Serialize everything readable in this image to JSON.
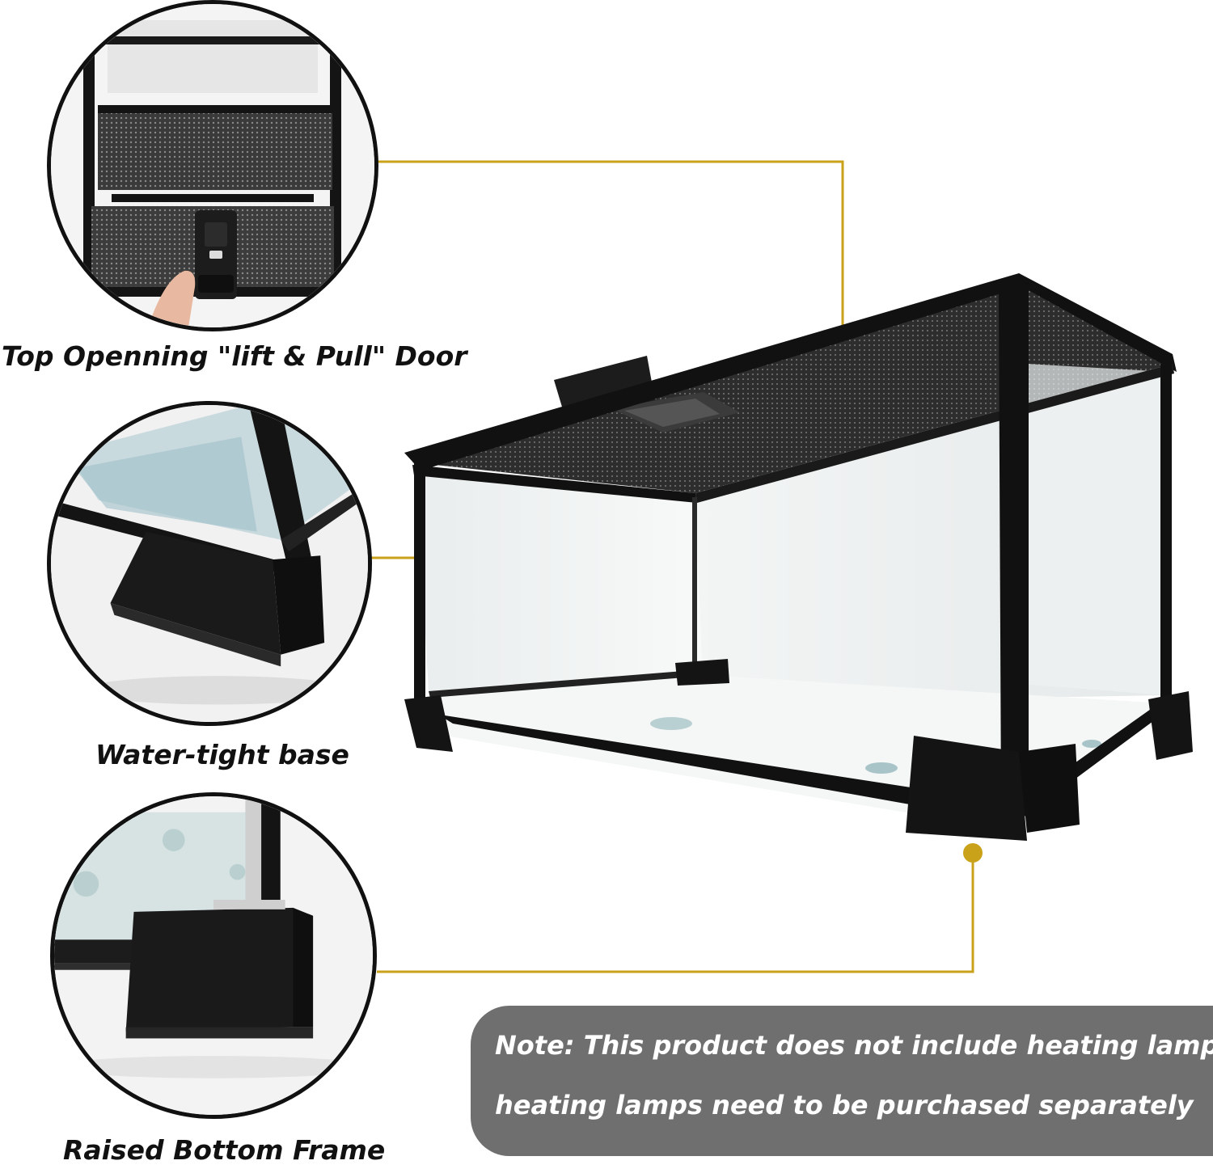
{
  "features": {
    "top_door": {
      "caption": "Top Openning \"lift & Pull\" Door"
    },
    "base": {
      "caption": "Water-tight base"
    },
    "frame": {
      "caption": "Raised Bottom Frame"
    }
  },
  "note": {
    "line1": "Note: This product does not include heating lamps,",
    "line2": "heating lamps need to be purchased separately"
  },
  "colors": {
    "callout": "#c9a21a",
    "frame": "#111111",
    "note_background": "#6f6f6f",
    "note_text": "#ffffff"
  }
}
